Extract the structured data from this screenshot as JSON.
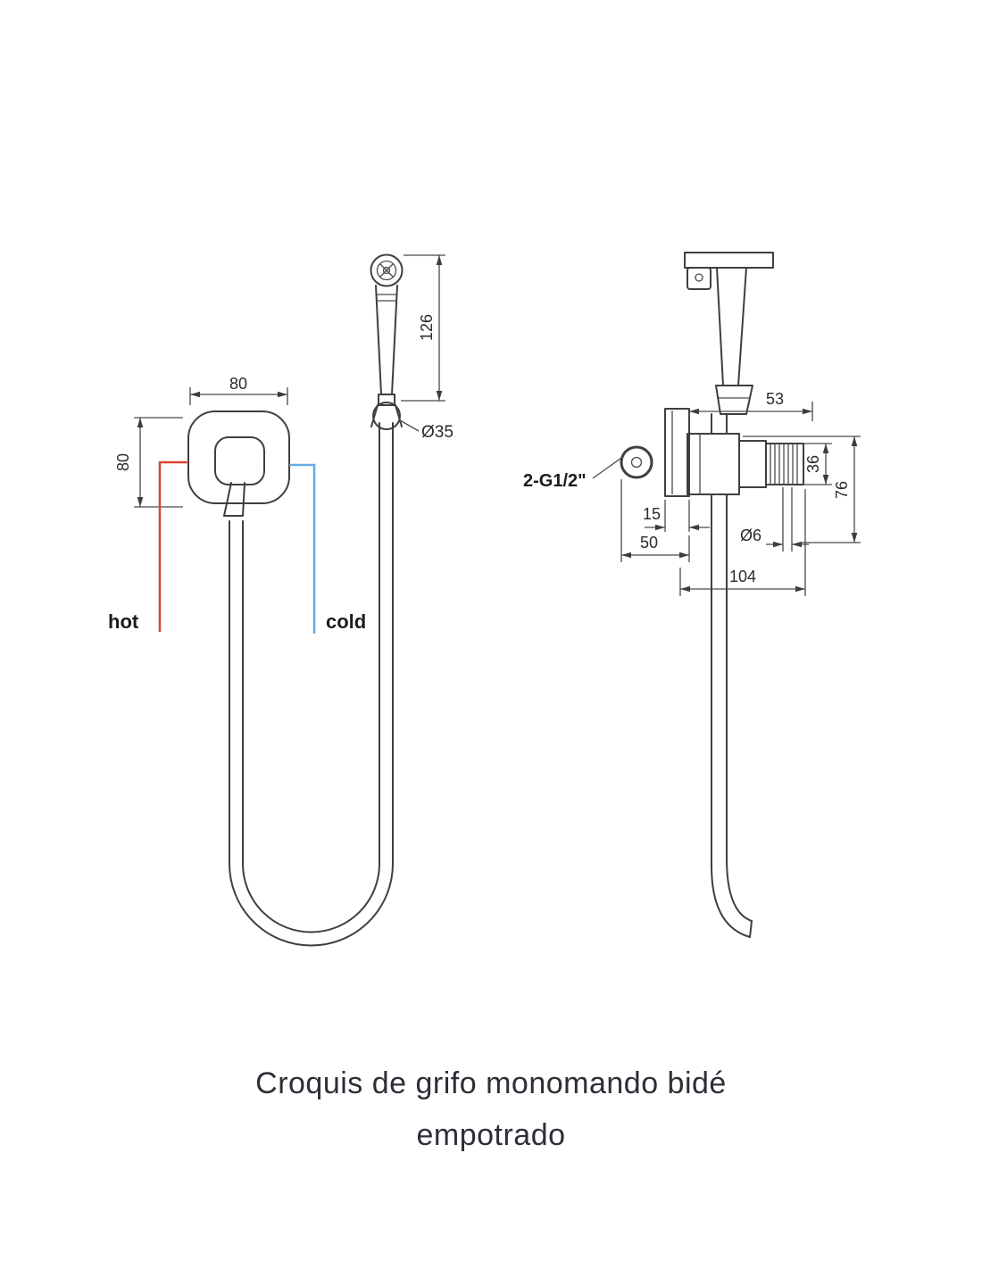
{
  "diagram": {
    "front": {
      "dim_width": "80",
      "dim_height": "80",
      "hot": "hot",
      "cold": "cold"
    },
    "sprayer": {
      "dim_length": "126",
      "dim_diameter": "Ø35"
    },
    "side": {
      "dim_53": "53",
      "thread": "2-G1/2\"",
      "dim_15": "15",
      "dim_50": "50",
      "dim_36": "36",
      "dim_76": "76",
      "dim_hole": "Ø6",
      "dim_104": "104"
    }
  },
  "colors": {
    "hot": "#dc4238",
    "cold": "#64aae4",
    "line": "#3f3f3f"
  },
  "caption": {
    "line1": "Croquis de grifo monomando bidé",
    "line2": "empotrado"
  }
}
